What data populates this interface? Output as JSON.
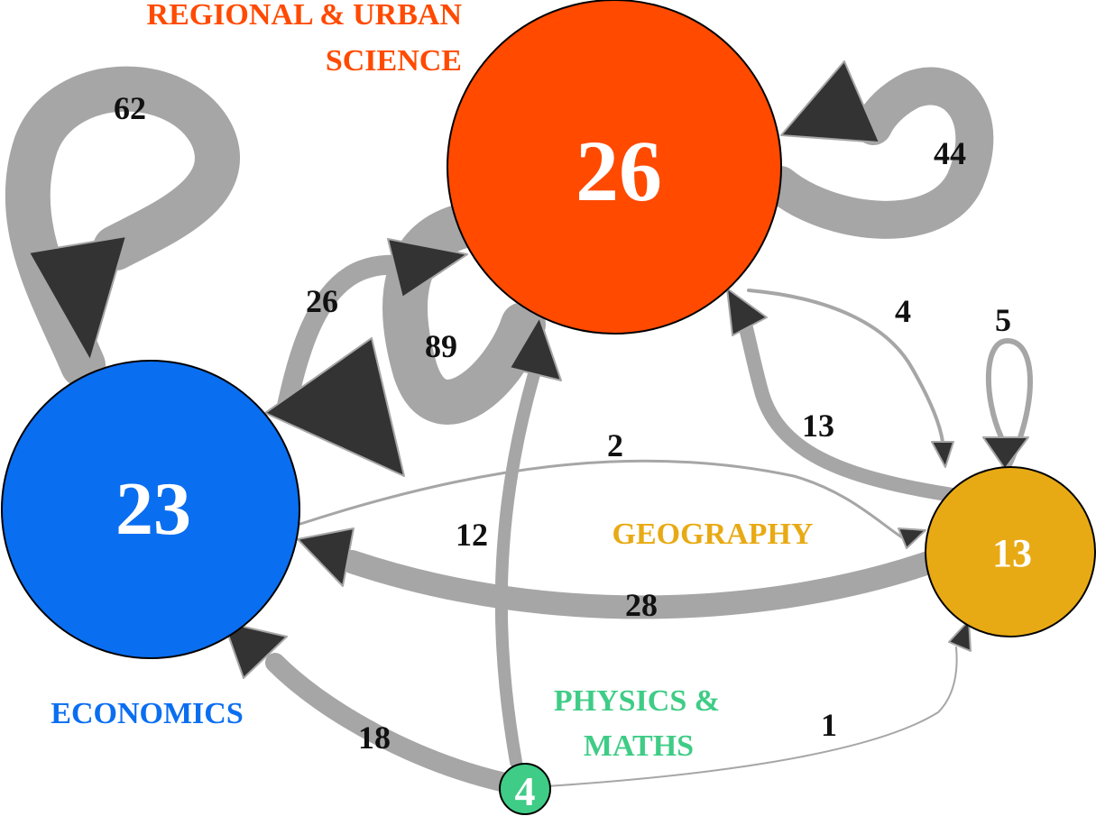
{
  "nodes": {
    "economics": {
      "name": "ECONOMICS",
      "count": "23",
      "color": "#0a6ef0"
    },
    "regional": {
      "name_line1": "REGIONAL & URBAN",
      "name_line2": "SCIENCE",
      "count": "26",
      "color": "#ff4a00"
    },
    "geography": {
      "name": "GEOGRAPHY",
      "count": "13",
      "color": "#e8aa14"
    },
    "physics": {
      "name_line1": "PHYSICS &",
      "name_line2": "MATHS",
      "count": "4",
      "color": "#3fcc86"
    }
  },
  "edges": {
    "econ_self": "62",
    "regional_self": "44",
    "geo_self": "5",
    "econ_to_regional": "26",
    "regional_to_econ": "89",
    "econ_to_geo": "2",
    "geo_to_econ": "28",
    "regional_to_geo": "4",
    "geo_to_regional": "13",
    "phys_to_regional": "12",
    "phys_to_econ": "18",
    "phys_to_geo": "1"
  },
  "colors": {
    "edge": "#a6a6a6",
    "arrow": "#333333",
    "label": "#111111"
  }
}
